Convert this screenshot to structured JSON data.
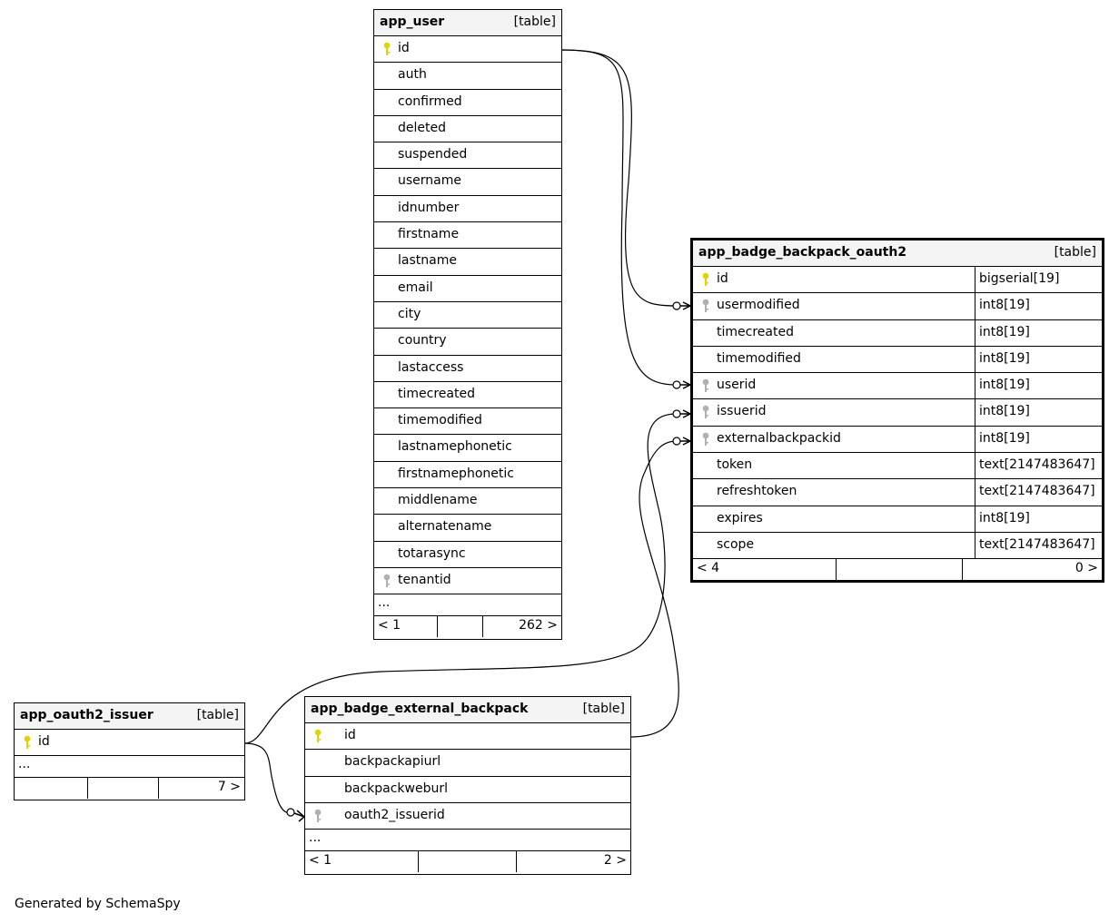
{
  "footer_text": "Generated by SchemaSpy",
  "key_colors": {
    "primary": "#e0d400",
    "foreign": "#b0b0b0"
  },
  "tables": {
    "app_user": {
      "name": "app_user",
      "kind": "[table]",
      "columns": [
        "id",
        "auth",
        "confirmed",
        "deleted",
        "suspended",
        "username",
        "idnumber",
        "firstname",
        "lastname",
        "email",
        "city",
        "country",
        "lastaccess",
        "timecreated",
        "timemodified",
        "lastnamephonetic",
        "firstnamephonetic",
        "middlename",
        "alternatename",
        "totarasync",
        "tenantid"
      ],
      "more": "...",
      "parents": "< 1",
      "children": "262 >"
    },
    "app_badge_backpack_oauth2": {
      "name": "app_badge_backpack_oauth2",
      "kind": "[table]",
      "columns": [
        {
          "name": "id",
          "type": "bigserial[19]"
        },
        {
          "name": "usermodified",
          "type": "int8[19]"
        },
        {
          "name": "timecreated",
          "type": "int8[19]"
        },
        {
          "name": "timemodified",
          "type": "int8[19]"
        },
        {
          "name": "userid",
          "type": "int8[19]"
        },
        {
          "name": "issuerid",
          "type": "int8[19]"
        },
        {
          "name": "externalbackpackid",
          "type": "int8[19]"
        },
        {
          "name": "token",
          "type": "text[2147483647]"
        },
        {
          "name": "refreshtoken",
          "type": "text[2147483647]"
        },
        {
          "name": "expires",
          "type": "int8[19]"
        },
        {
          "name": "scope",
          "type": "text[2147483647]"
        }
      ],
      "parents": "< 4",
      "children": "0 >"
    },
    "app_oauth2_issuer": {
      "name": "app_oauth2_issuer",
      "kind": "[table]",
      "columns": [
        "id"
      ],
      "more": "...",
      "parents": "",
      "children": "7 >"
    },
    "app_badge_external_backpack": {
      "name": "app_badge_external_backpack",
      "kind": "[table]",
      "columns": [
        "id",
        "backpackapiurl",
        "backpackweburl",
        "oauth2_issuerid"
      ],
      "more": "...",
      "parents": "< 1",
      "children": "2 >"
    }
  }
}
